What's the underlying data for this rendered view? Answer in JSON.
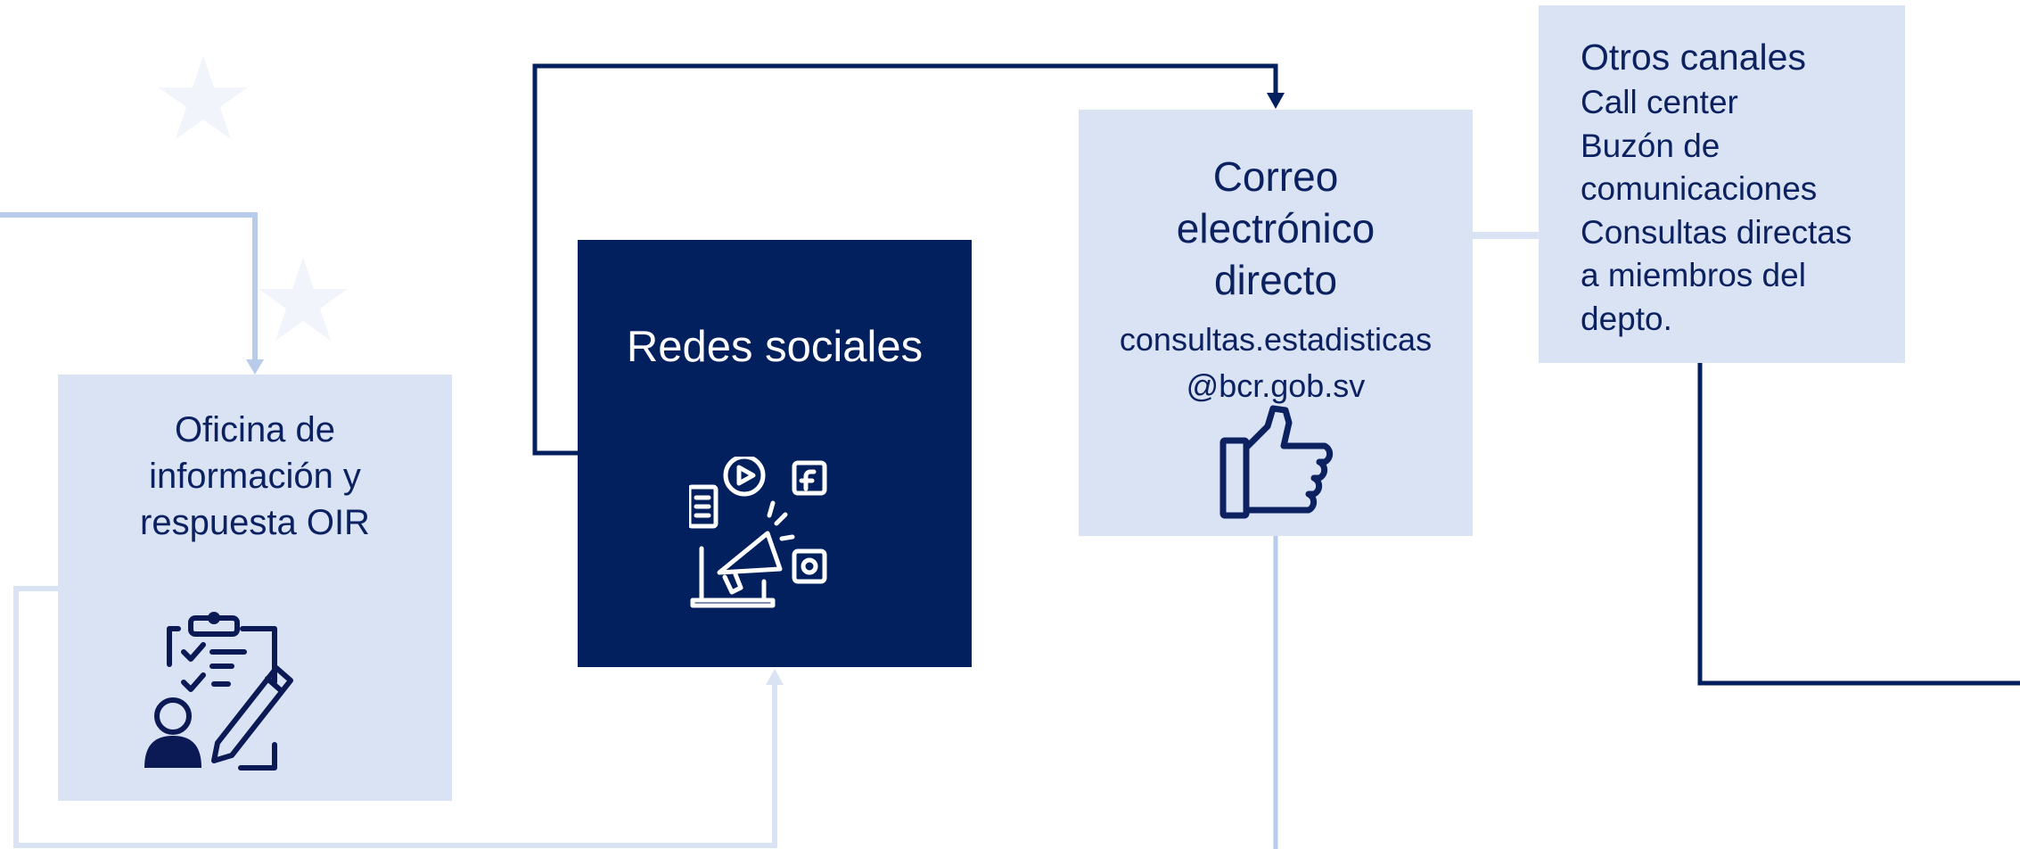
{
  "colors": {
    "navy": "#021f5e",
    "light_fill": "#d9e3f4",
    "light_line": "#b8cbea",
    "text_dark": "#0b2160"
  },
  "oir": {
    "title_lines": [
      "Oficina de",
      "información y",
      "respuesta OIR"
    ],
    "icon": "clipboard-checklist-person-icon"
  },
  "redes": {
    "title": "Redes sociales",
    "icon": "social-media-megaphone-icon"
  },
  "correo": {
    "title_lines": [
      "Correo",
      "electrónico",
      "directo"
    ],
    "email_lines": [
      "consultas.estadisticas",
      "@bcr.gob.sv"
    ],
    "icon": "thumbs-up-icon"
  },
  "otros": {
    "title": "Otros canales",
    "items": [
      "Call center",
      "Buzón de",
      "comunicaciones",
      "Consultas directas",
      "a miembros del",
      "depto."
    ]
  }
}
